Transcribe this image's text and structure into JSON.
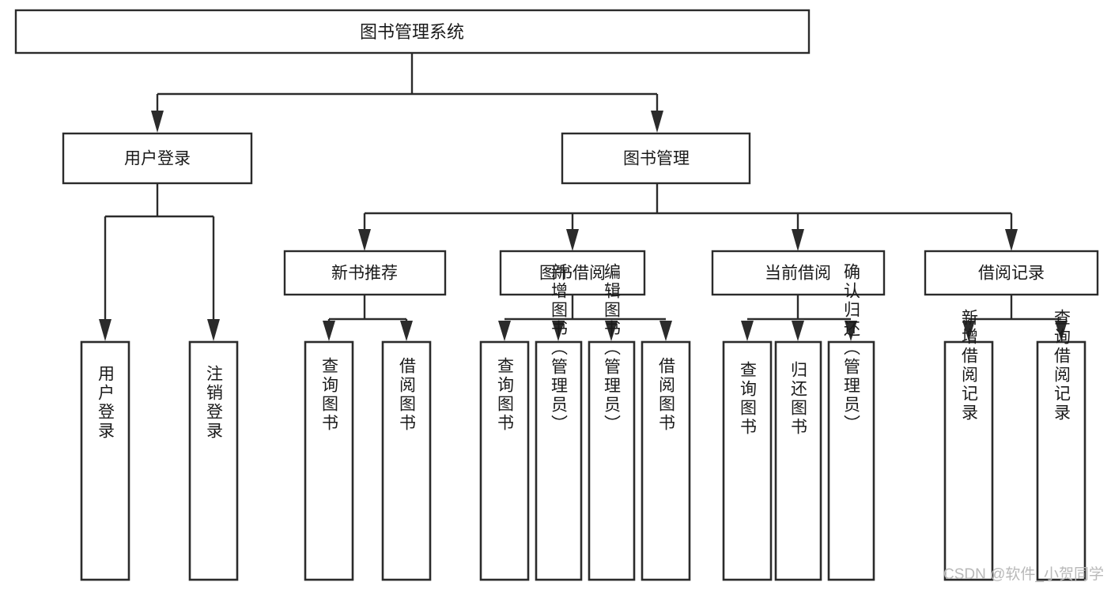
{
  "diagram": {
    "title": "图书管理系统",
    "type": "tree-hierarchy-chart",
    "root": {
      "label": "图书管理系统"
    },
    "level2": [
      {
        "label": "用户登录"
      },
      {
        "label": "图书管理"
      }
    ],
    "level3": [
      {
        "label": "新书推荐"
      },
      {
        "label": "图书借阅"
      },
      {
        "label": "当前借阅"
      },
      {
        "label": "借阅记录"
      }
    ],
    "leaves": {
      "user_login": [
        {
          "label": "用户登录"
        },
        {
          "label": "注销登录"
        }
      ],
      "new_book_recommend": [
        {
          "label": "查询图书"
        },
        {
          "label": "借阅图书"
        }
      ],
      "book_borrow": [
        {
          "label": "查询图书"
        },
        {
          "label": "新增图书（管理员）"
        },
        {
          "label": "编辑图书（管理员）"
        },
        {
          "label": "借阅图书"
        }
      ],
      "current_borrow": [
        {
          "label": "查询图书"
        },
        {
          "label": "归还图书"
        },
        {
          "label": "确认归还（管理员）"
        }
      ],
      "borrow_record": [
        {
          "label": "新增借阅记录"
        },
        {
          "label": "查询借阅记录"
        }
      ]
    }
  },
  "watermark": {
    "text": "CSDN @软件_小贺同学"
  },
  "colors": {
    "box_stroke": "#2b2b2b",
    "box_fill": "#ffffff",
    "text": "#1a1a1a",
    "watermark": "#b9b9b9",
    "background": "#ffffff"
  }
}
